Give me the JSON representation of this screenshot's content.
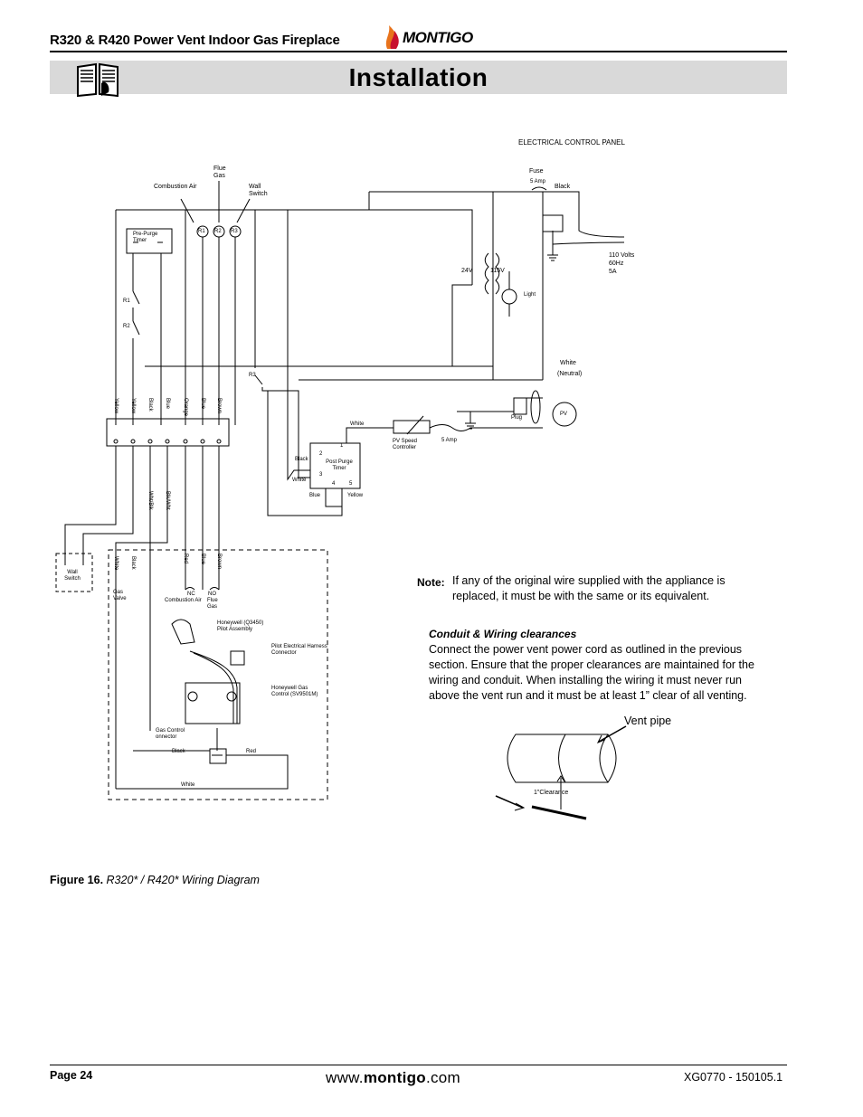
{
  "header": {
    "title": "R320 & R420  Power Vent Indoor Gas Fireplace",
    "logo": "MONTIGO",
    "banner_title": "Installation"
  },
  "diagram": {
    "panel_title": "ELECTRICAL CONTROL PANEL",
    "labels": {
      "flue_gas": "Flue Gas",
      "combustion_air": "Combustion Air",
      "wall_switch_top": "Wall Switch",
      "r1": "R1",
      "r2": "R2",
      "r3": "R3",
      "pre_purge": "Pre-Purge Timer",
      "sw_r1": "R1",
      "sw_r2": "R2",
      "sw_r3": "R3",
      "fuse": "Fuse",
      "fuse_amp": "5 Amp",
      "black": "Black",
      "white_neutral_1": "White",
      "white_neutral_2": "(Neutral)",
      "volts": "110 Volts",
      "hz": "60Hz",
      "amps": "5A",
      "v24": "24V",
      "v115": "115V",
      "light": "Light",
      "plug": "Plug",
      "pv": "PV",
      "pv_speed": "PV Speed Controller",
      "amp5": "5 Amp",
      "white_wire": "White",
      "post_purge": "Post Purge Timer",
      "pp_black": "Black",
      "pp_white": "White",
      "pp_blue": "Blue",
      "pp_yellow": "Yellow",
      "t1": "1",
      "t2": "2",
      "t3": "3",
      "t4": "4",
      "t5": "5",
      "wire_yellow1": "Yellow",
      "wire_yellow2": "Yellow",
      "wire_black": "Black",
      "wire_blue": "Blue",
      "wire_orange": "Orange",
      "wire_blue2": "Blue",
      "wire_brown": "Brown",
      "wht_blk": "Wht/Blk",
      "blk_wht": "Blk/Wht",
      "wall_switch": "Wall Switch",
      "gas_valve": "Gas Valve",
      "white_lw": "White",
      "black_lw": "Black",
      "red_lw": "Red",
      "blue_lw": "Blue",
      "brown_lw": "Brown",
      "nc": "NC",
      "no": "NO",
      "nc_sub": "Combustion Air",
      "no_sub": "Flue Gas",
      "honeywell_pilot": "Honeywell (Q3450) Pilot Assembly",
      "pilot_harness": "Pilot Electrical Harness Connector",
      "honeywell_gas": "Honeywell Gas Control (SV9501M)",
      "gas_ctrl_conn": "Gas Control onnector",
      "bot_black": "Black",
      "bot_red": "Red",
      "bot_white": "White"
    }
  },
  "note": {
    "label": "Note:",
    "text": "If any of the original wire supplied with the appliance is replaced, it must be with the same or its equivalent."
  },
  "clearances": {
    "heading": "Conduit & Wiring clearances",
    "text": "Connect the power vent power cord as outlined in the previous section. Ensure that the proper clearances are maintained for the wiring and conduit. When installing the wiring it must never run above the vent run and it must be at least 1” clear of all venting.",
    "vent_pipe": "Vent pipe",
    "clearance_label": "1\"Clearance"
  },
  "figure": {
    "label": "Figure 16.",
    "caption": "R320* / R420* Wiring Diagram"
  },
  "footer": {
    "page": "Page 24",
    "site_pre": "www.",
    "site_brand": "montigo",
    "site_post": ".com",
    "doc": "XG0770 - 150105.1"
  }
}
